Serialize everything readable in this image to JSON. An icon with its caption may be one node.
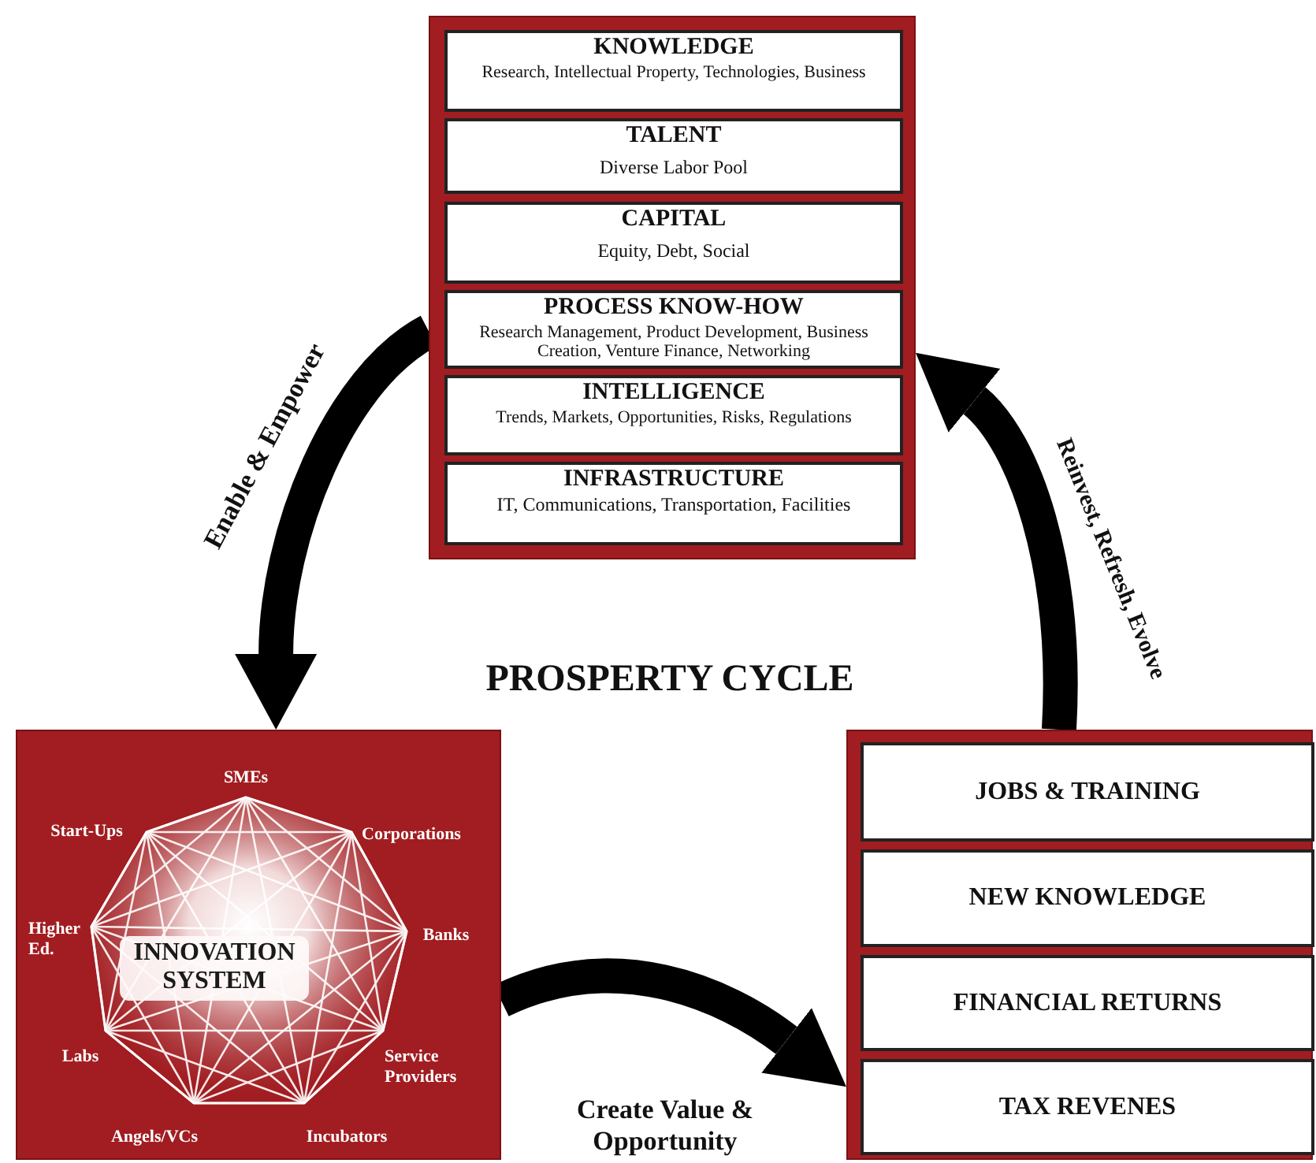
{
  "diagram": {
    "title": "PROSPERTY CYCLE",
    "nodes": [
      {
        "text": [],
        "shape": "box"
      },
      {
        "text": [
          "KNOWLEDGE",
          "Research, Intellectual Property, Technologies, Business"
        ],
        "in": 0
      },
      {
        "text": [
          "TALENT",
          "Diverse Labor Pool"
        ],
        "in": 0
      },
      {
        "text": [
          "CAPITAL",
          "Equity, Debt, Social"
        ],
        "in": 0
      },
      {
        "text": [
          "PROCESS KNOW-HOW",
          "Research Management, Product Development, Business Creation, Venture Finance, Networking"
        ],
        "in": 0
      },
      {
        "text": [
          "INTELLIGENCE",
          "Trends, Markets, Opportunities, Risks, Regulations"
        ],
        "in": 0
      },
      {
        "text": [
          "INFRASTRUCTURE",
          "IT, Communications, Transportation, Facilities"
        ],
        "in": 0
      },
      {
        "text": [
          "INNOVATION SYSTEM"
        ]
      },
      {
        "text": [],
        "shape": "box"
      },
      {
        "text": [
          "JOBS & TRAINING"
        ],
        "in": 8
      },
      {
        "text": [
          "NEW KNOWLEDGE"
        ],
        "in": 8
      },
      {
        "text": [
          "FINANCIAL RETURNS"
        ],
        "in": 8
      },
      {
        "text": [
          "TAX REVENES"
        ],
        "in": 8
      }
    ],
    "edges": [
      {
        "from": 0,
        "to": 7,
        "arrow": "to",
        "label": "Enable & Empower"
      },
      {
        "from": 7,
        "to": 8,
        "arrow": "to",
        "label": "Create Value & Opportunity"
      },
      {
        "from": 8,
        "to": 0,
        "arrow": "to",
        "label": "Reinvest, Refresh, Evolve"
      }
    ],
    "labels": [
      "SMEs",
      "Start-Ups",
      "Corporations",
      "Higher Ed.",
      "Banks",
      "Labs",
      "Service Providers",
      "Angels/VCs",
      "Incubators"
    ]
  }
}
